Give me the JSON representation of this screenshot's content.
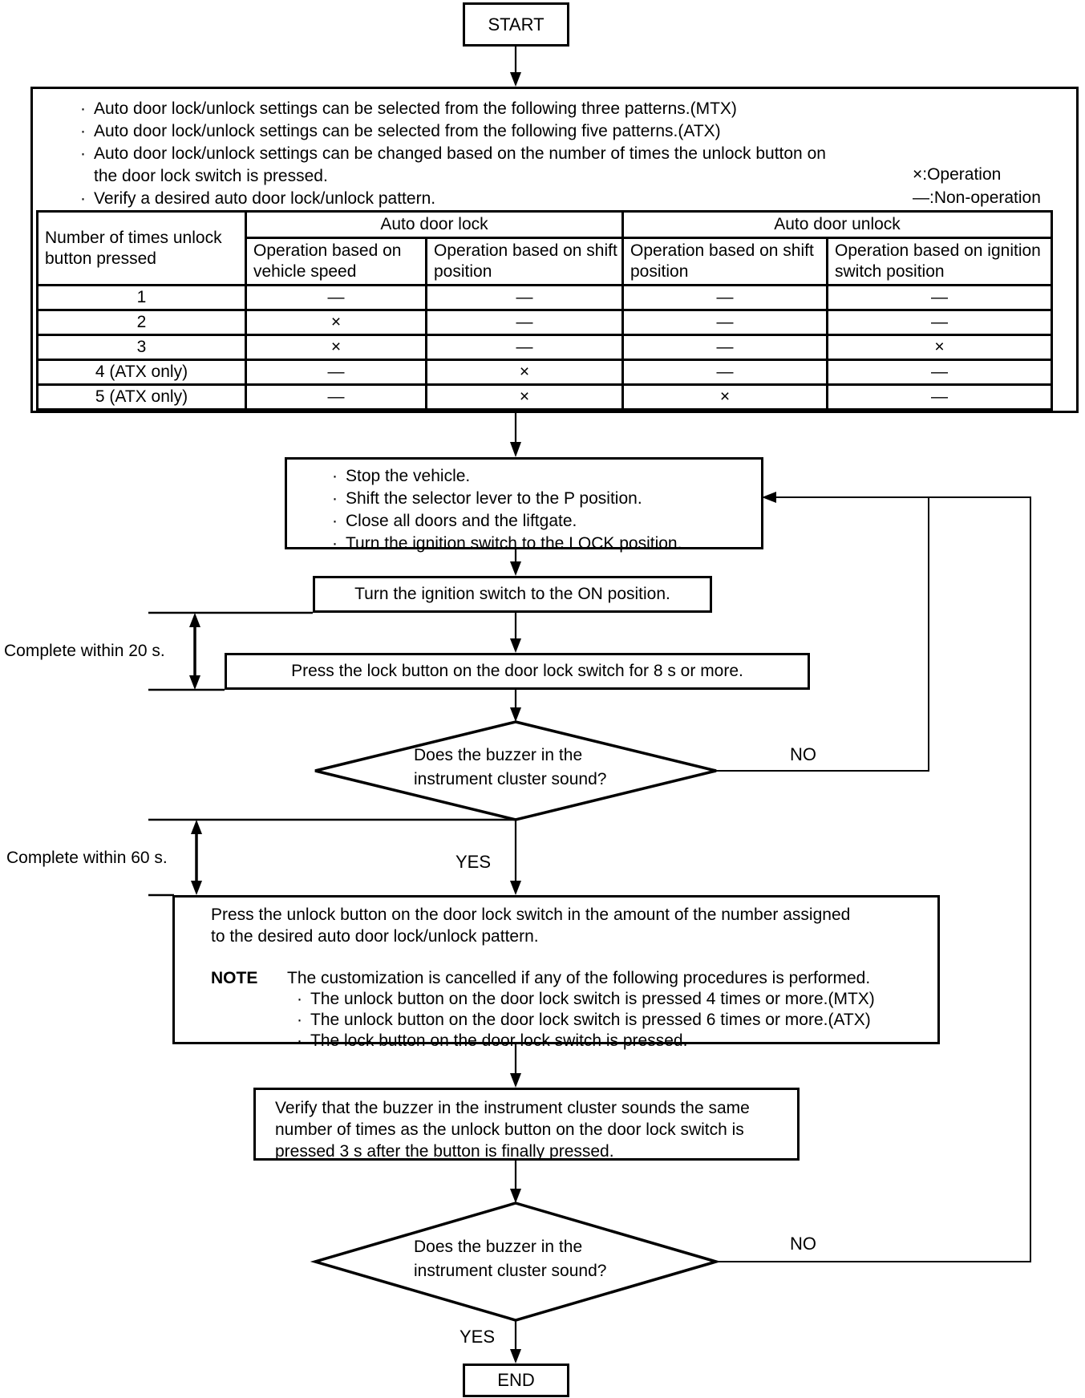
{
  "colors": {
    "ink": "#000000",
    "paper": "#ffffff"
  },
  "glyphs": {
    "bullet": "·"
  },
  "nodes": {
    "start": "START",
    "end": "END"
  },
  "branch_labels": {
    "yes": "YES",
    "no": "NO"
  },
  "timing": {
    "within_20s": "Complete within 20 s.",
    "within_60s": "Complete within 60 s."
  },
  "intro_box": {
    "bullets": [
      "Auto door lock/unlock settings can be selected from the following three patterns.(MTX)",
      "Auto door lock/unlock settings can be selected from the following five patterns.(ATX)",
      "Auto door lock/unlock settings can be changed based on the number of times the unlock button on\nthe door lock switch is pressed.",
      "Verify a desired auto door lock/unlock pattern."
    ],
    "legend": {
      "operation": "×:Operation",
      "non_operation": "—:Non-operation"
    },
    "table": {
      "row_header": "Number of times unlock button pressed",
      "group_lock": "Auto door lock",
      "group_unlock": "Auto door unlock",
      "col_vehicle_speed": "Operation based on vehicle speed",
      "col_shift_lock": "Operation based on shift position",
      "col_shift_unlock": "Operation based on shift position",
      "col_ignition": "Operation based on ignition switch position",
      "rows": [
        {
          "label": "1",
          "vehicle_speed": "—",
          "shift_lock": "—",
          "shift_unlock": "—",
          "ignition": "—"
        },
        {
          "label": "2",
          "vehicle_speed": "×",
          "shift_lock": "—",
          "shift_unlock": "—",
          "ignition": "—"
        },
        {
          "label": "3",
          "vehicle_speed": "×",
          "shift_lock": "—",
          "shift_unlock": "—",
          "ignition": "×"
        },
        {
          "label": "4 (ATX only)",
          "vehicle_speed": "—",
          "shift_lock": "×",
          "shift_unlock": "—",
          "ignition": "—"
        },
        {
          "label": "5 (ATX only)",
          "vehicle_speed": "—",
          "shift_lock": "×",
          "shift_unlock": "×",
          "ignition": "—"
        }
      ]
    }
  },
  "steps": {
    "prepare_bullets": [
      "Stop the vehicle.",
      "Shift the selector lever to the P position.",
      "Close all doors and the liftgate.",
      "Turn the ignition switch to the LOCK position."
    ],
    "ignition_on": "Turn the ignition switch to the ON position.",
    "press_lock": "Press the lock button on the door lock switch for 8 s or more.",
    "press_unlock": {
      "text": "Press the unlock button on the door lock switch in the amount of the number assigned\nto the desired auto door lock/unlock pattern.",
      "note_label": "NOTE",
      "note_text": "The customization is cancelled if any of the following procedures is performed.",
      "note_bullets": [
        "The unlock button on the door lock switch is pressed 4 times or more.(MTX)",
        "The unlock button on the door lock switch is pressed 6 times or more.(ATX)",
        "The lock button on the door lock switch is pressed."
      ]
    },
    "verify": "Verify that the buzzer in the instrument cluster sounds the same\nnumber of times as the unlock button on the door lock switch is\npressed 3 s after the button is finally pressed."
  },
  "decisions": {
    "buzzer_1": "Does the buzzer in the\ninstrument cluster sound?",
    "buzzer_2": "Does the buzzer in the\ninstrument cluster sound?"
  }
}
